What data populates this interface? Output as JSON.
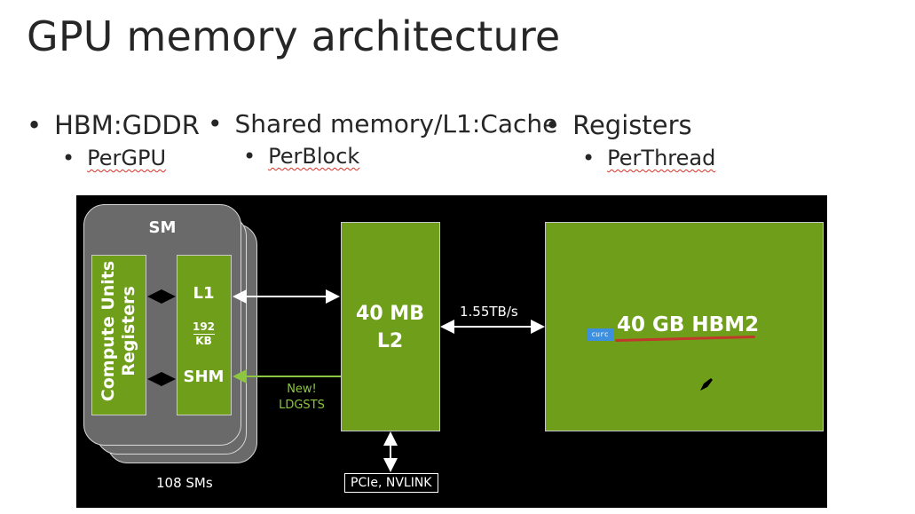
{
  "slide": {
    "title": "GPU memory architecture",
    "bullets": [
      {
        "label": "HBM:GDDR",
        "sub": "PerGPU"
      },
      {
        "label": "Shared memory/L1:Cache",
        "sub": "PerBlock"
      },
      {
        "label": "Registers",
        "sub": "PerThread"
      }
    ],
    "bullet_symbol": "•"
  },
  "diagram": {
    "sm_label": "SM",
    "compute_units_label": "Compute Units",
    "registers_label": "Registers",
    "l1_label": "L1",
    "cache_size_value": "192",
    "cache_size_unit": "KB",
    "shm_label": "SHM",
    "new_label": "New!",
    "ldgsts_label": "LDGSTS",
    "l2_size": "40 MB",
    "l2_label": "L2",
    "bandwidth": "1.55TB/s",
    "hbm_label": "40 GB HBM2",
    "sm_count": "108 SMs",
    "pcie_label": "PCIe, NVLINK",
    "cursor_tag": "curc",
    "colors": {
      "green": "#6f9f1a",
      "panel": "#000000",
      "sm_card": "#6a6a6a",
      "new_text": "#8dc63f",
      "highlight_underline": "#c0392b",
      "tag": "#3d8fe0"
    }
  }
}
